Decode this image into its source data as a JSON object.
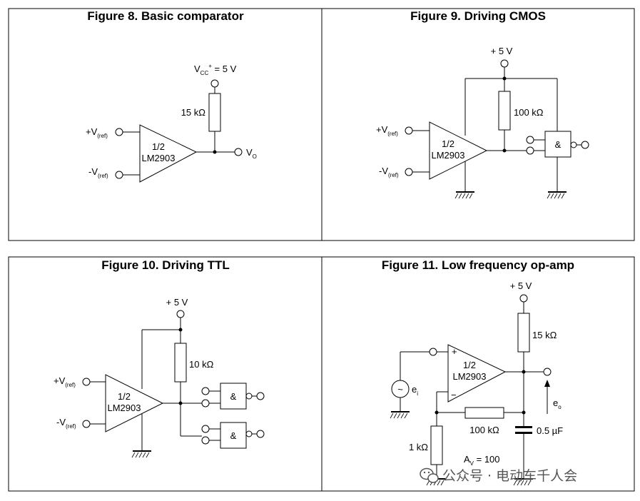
{
  "figures": [
    {
      "title": "Figure 8. Basic comparator",
      "vcc_main": "V",
      "vcc_sub": "CC",
      "vcc_sup": "+",
      "vcc_value": " = 5 V",
      "resistor": "15 kΩ",
      "in_plus_main": "+V",
      "in_plus_sub": "(ref)",
      "in_minus_main": "-V",
      "in_minus_sub": "(ref)",
      "opamp_line1": "1/2",
      "opamp_line2": "LM2903",
      "out_main": "V",
      "out_sub": "O"
    },
    {
      "title": "Figure 9. Driving CMOS",
      "supply": "+ 5 V",
      "resistor": "100 kΩ",
      "in_plus_main": "+V",
      "in_plus_sub": "(ref)",
      "in_minus_main": "-V",
      "in_minus_sub": "(ref)",
      "opamp_line1": "1/2",
      "opamp_line2": "LM2903",
      "gate": "&"
    },
    {
      "title": "Figure 10. Driving TTL",
      "supply": "+ 5 V",
      "resistor": "10 kΩ",
      "in_plus_main": "+V",
      "in_plus_sub": "(ref)",
      "in_minus_main": "-V",
      "in_minus_sub": "(ref)",
      "opamp_line1": "1/2",
      "opamp_line2": "LM2903",
      "gate1": "&",
      "gate2": "&"
    },
    {
      "title": "Figure 11. Low frequency op-amp",
      "supply": "+ 5 V",
      "r_pullup": "15 kΩ",
      "r_feedback": "100 kΩ",
      "r_ground": "1 kΩ",
      "capacitor": "0.5 µF",
      "opamp_line1": "1/2",
      "opamp_line2": "LM2903",
      "plus_sign": "+",
      "minus_sign": "−",
      "source_symbol": "~",
      "source_main": "e",
      "source_sub": "i",
      "out_main": "e",
      "out_sub": "o",
      "gain_main": "A",
      "gain_sub": "V",
      "gain_value": " = 100"
    }
  ],
  "watermark": {
    "icon": "wechat-icon",
    "text": "公众号 · 电动车千人会"
  }
}
